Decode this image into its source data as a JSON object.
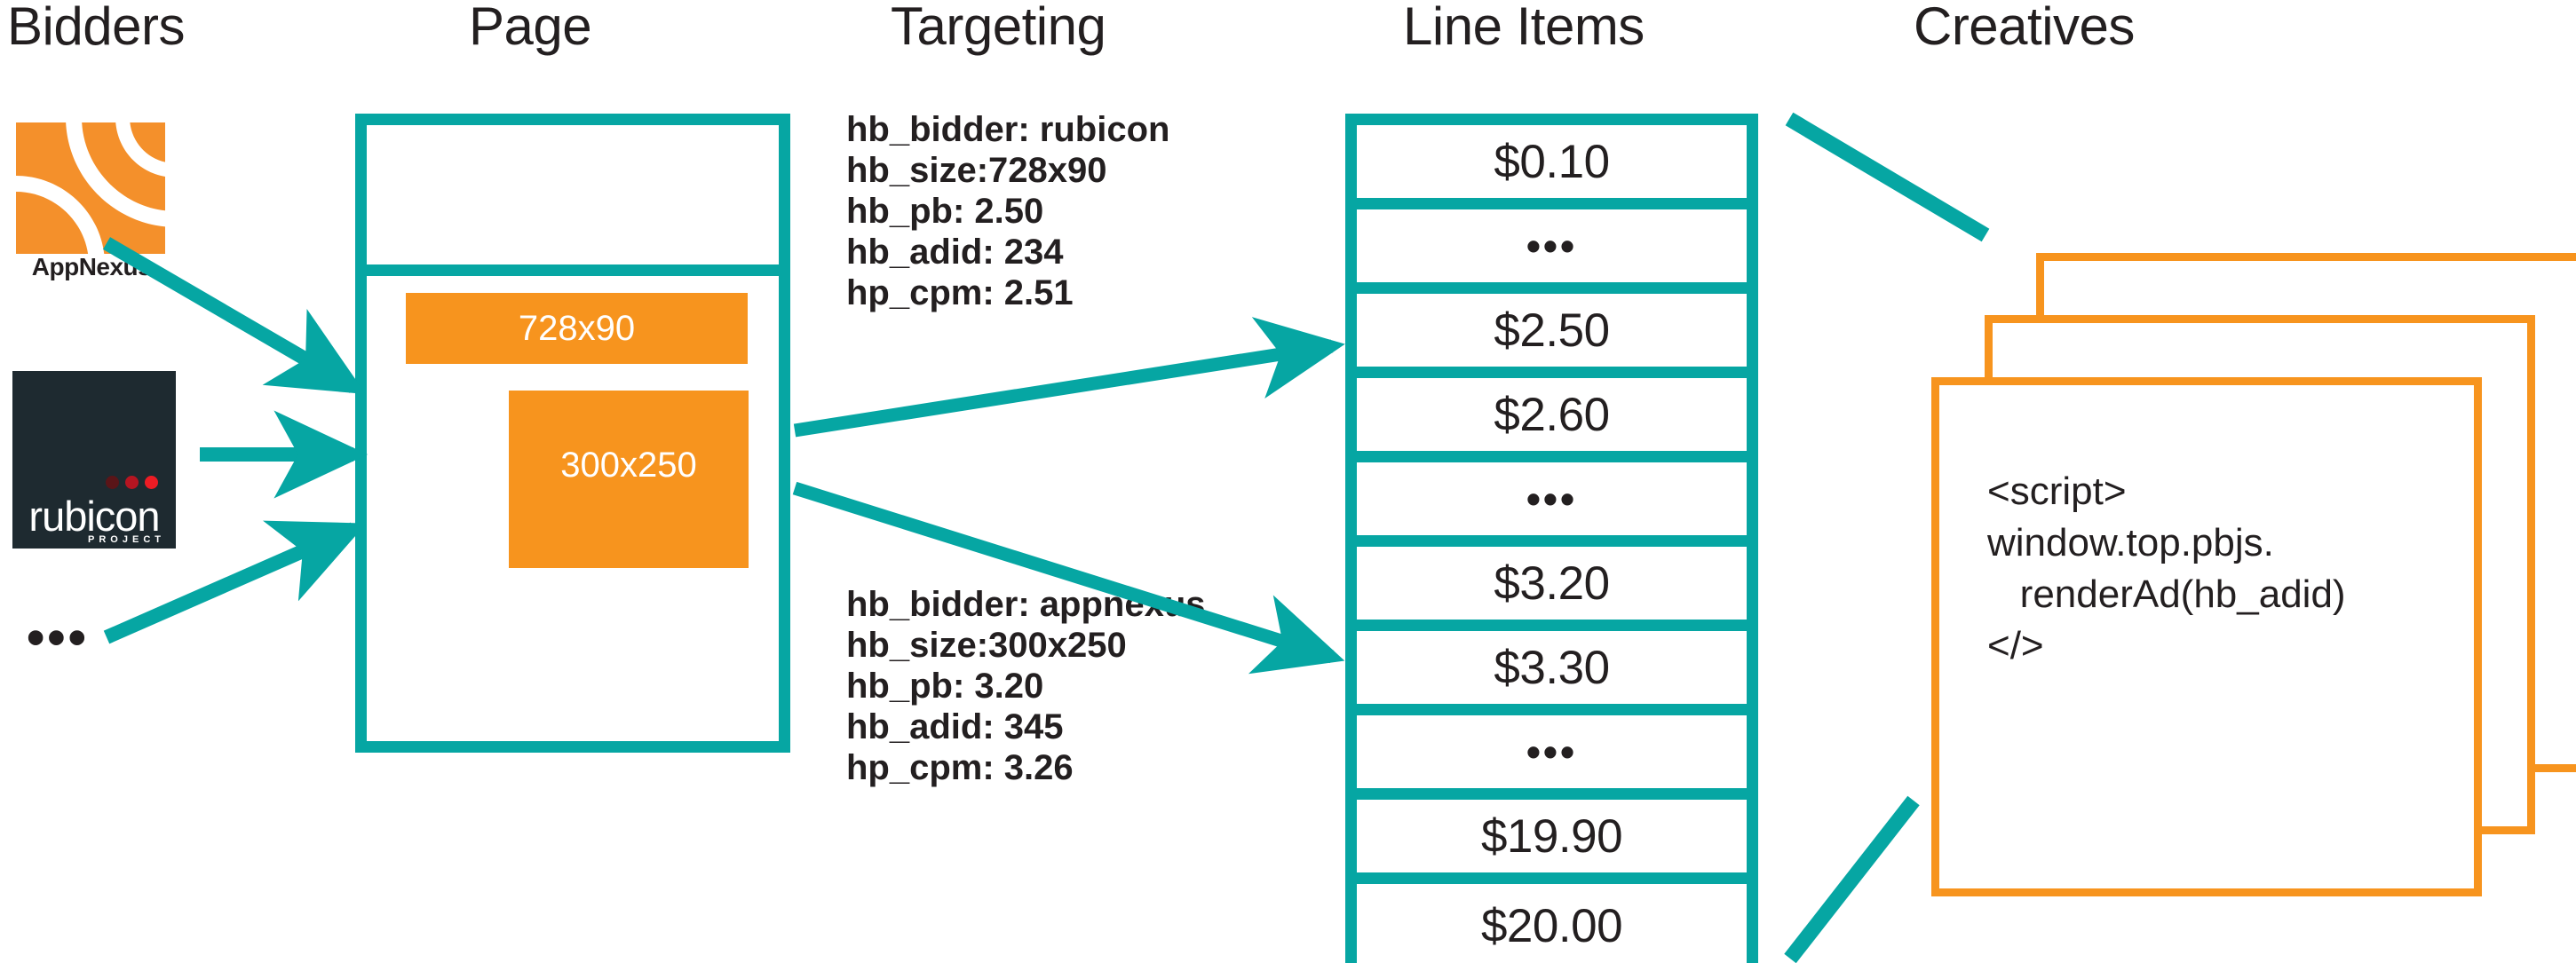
{
  "columns": {
    "bidders": "Bidders",
    "page": "Page",
    "targeting": "Targeting",
    "line_items": "Line Items",
    "creatives": "Creatives"
  },
  "bidders": {
    "items": [
      {
        "name": "AppNexus",
        "logo": "appnexus-logo",
        "wordmark": "AppNexus"
      },
      {
        "name": "Rubicon Project",
        "logo": "rubicon-logo",
        "wordmark": "rubicon",
        "subtitle": "PROJECT"
      }
    ],
    "more_indicator": "•••",
    "arrow_count": 3
  },
  "page": {
    "ad_slots": [
      {
        "label": "728x90",
        "id": "slot-728x90"
      },
      {
        "label": "300x250",
        "id": "slot-300x250"
      }
    ]
  },
  "targeting": {
    "blocks": [
      {
        "id": "targeting-rubicon",
        "lines": [
          "hb_bidder: rubicon",
          "hb_size:728x90",
          "hb_pb: 2.50",
          "hb_adid: 234",
          "hp_cpm: 2.51"
        ],
        "keys": {
          "hb_bidder": "rubicon",
          "hb_size": "728x90",
          "hb_pb": "2.50",
          "hb_adid": "234",
          "hp_cpm": "2.51"
        }
      },
      {
        "id": "targeting-appnexus",
        "lines": [
          "hb_bidder: appnexus",
          "hb_size:300x250",
          "hb_pb: 3.20",
          "hb_adid: 345",
          "hp_cpm: 3.26"
        ],
        "keys": {
          "hb_bidder": "appnexus",
          "hb_size": "300x250",
          "hb_pb": "3.20",
          "hb_adid": "345",
          "hp_cpm": "3.26"
        }
      }
    ]
  },
  "line_items": {
    "rows": [
      {
        "label": "$0.10",
        "type": "price",
        "value": 0.1
      },
      {
        "label": "•••",
        "type": "ellipsis"
      },
      {
        "label": "$2.50",
        "type": "price",
        "value": 2.5,
        "highlighted": true
      },
      {
        "label": "$2.60",
        "type": "price",
        "value": 2.6
      },
      {
        "label": "•••",
        "type": "ellipsis"
      },
      {
        "label": "$3.20",
        "type": "price",
        "value": 3.2,
        "highlighted": true
      },
      {
        "label": "$3.30",
        "type": "price",
        "value": 3.3
      },
      {
        "label": "•••",
        "type": "ellipsis"
      },
      {
        "label": "$19.90",
        "type": "price",
        "value": 19.9
      },
      {
        "label": "$20.00",
        "type": "price",
        "value": 20.0
      }
    ]
  },
  "creatives": {
    "card_count": 3,
    "code": "<script>\nwindow.top.pbjs.\n   renderAd(hb_adid)\n</>"
  },
  "colors": {
    "teal": "#06a6a3",
    "orange": "#f7941e",
    "appnexus_orange": "#f4902b",
    "rubicon_navy": "#1e2a30",
    "ink": "#231f20",
    "white": "#ffffff",
    "rubicon_dot_dark": "#5a1518",
    "rubicon_dot_mid": "#b51521",
    "rubicon_dot_bright": "#ed1c24"
  }
}
